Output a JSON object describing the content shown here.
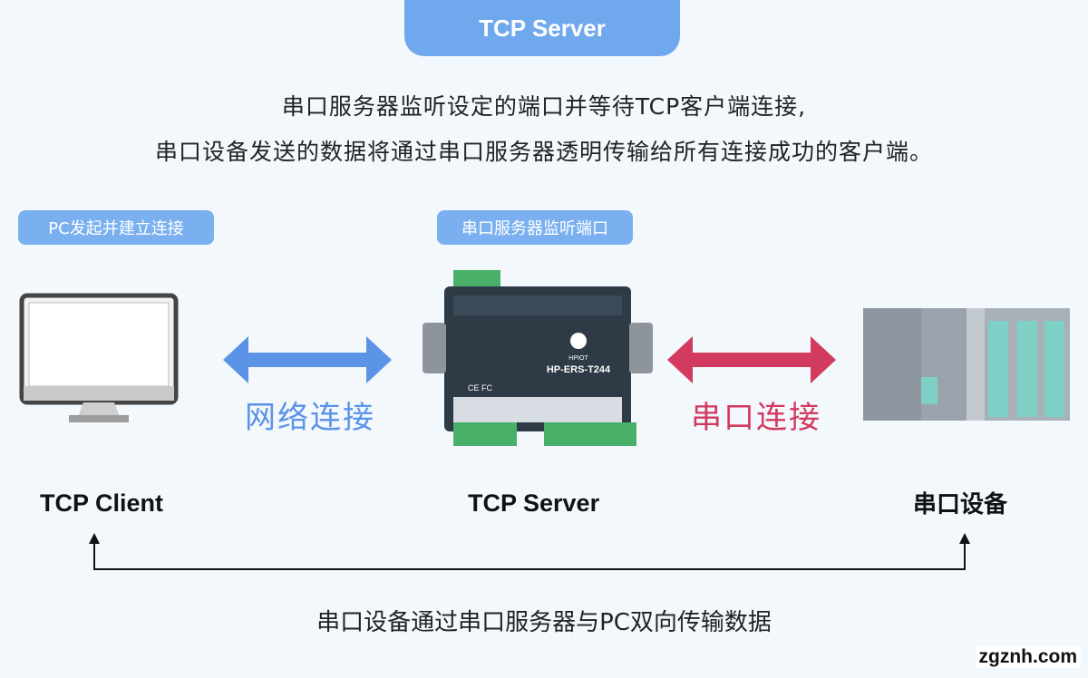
{
  "title": "TCP Server",
  "description": {
    "line1": "串口服务器监听设定的端口并等待TCP客户端连接,",
    "line2": "串口设备发送的数据将通过串口服务器透明传输给所有连接成功的客户端。"
  },
  "tags": {
    "pc": "PC发起并建立连接",
    "server": "串口服务器监听端口"
  },
  "connections": {
    "network": "网络连接",
    "serial": "串口连接"
  },
  "nodes": {
    "client": "TCP Client",
    "server": "TCP Server",
    "device": "串口设备"
  },
  "device_model": "HP-ERS-T244",
  "device_brand": "HPIOT",
  "bottom_note": "串口设备通过串口服务器与PC双向传输数据",
  "watermark": "zgznh.com",
  "colors": {
    "accent_blue": "#6fa8ec",
    "network_arrow": "#5b93e6",
    "serial_arrow": "#d23a5f"
  }
}
